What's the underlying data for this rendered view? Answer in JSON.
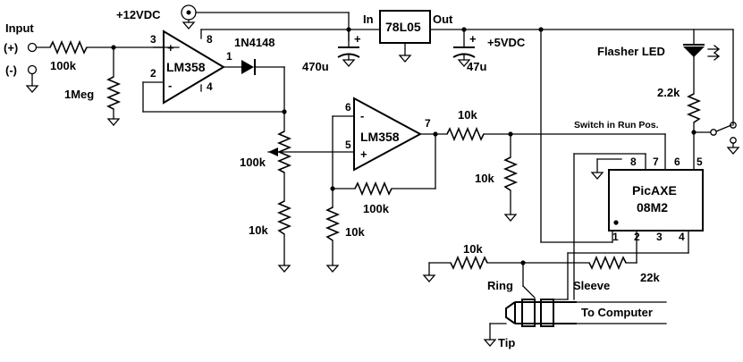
{
  "labels": {
    "input": "Input",
    "input_pos": "(+)",
    "input_neg": "(-)",
    "supply": "+12VDC",
    "r_in": "100k",
    "r_pull": "1Meg",
    "opamp1_name": "LM358",
    "opamp2_name": "LM358",
    "opamp1_plus": "+",
    "opamp1_minus": "-",
    "opamp2_plus": "+",
    "opamp2_minus": "-",
    "diode": "1N4148",
    "pot": "100k",
    "r_bottom1": "10k",
    "r_bottom2": "10k",
    "r_fb": "100k",
    "r_out": "10k",
    "r_div": "10k",
    "reg_in": "In",
    "reg_out": "Out",
    "reg_name": "78L05",
    "cap1": "470u",
    "cap2": "47u",
    "cap1_plus": "+",
    "cap2_plus": "+",
    "vcc5": "+5VDC",
    "led": "Flasher LED",
    "r_led": "2.2k",
    "switch": "Switch in Run Pos.",
    "pic_name": "PicAXE",
    "pic_model": "08M2",
    "r_ring": "10k",
    "r_sleeve": "22k",
    "ring": "Ring",
    "sleeve": "Sleeve",
    "tip": "Tip",
    "to_computer": "To Computer"
  },
  "pins": {
    "op1_p3": "3",
    "op1_p2": "2",
    "op1_p8": "8",
    "op1_p4": "4",
    "op1_p1": "1",
    "op2_p6": "6",
    "op2_p5": "5",
    "op2_p7": "7",
    "pic_p8": "8",
    "pic_p7": "7",
    "pic_p6": "6",
    "pic_p5": "5",
    "pic_p1": "1",
    "pic_p2": "2",
    "pic_p3": "3",
    "pic_p4": "4"
  }
}
